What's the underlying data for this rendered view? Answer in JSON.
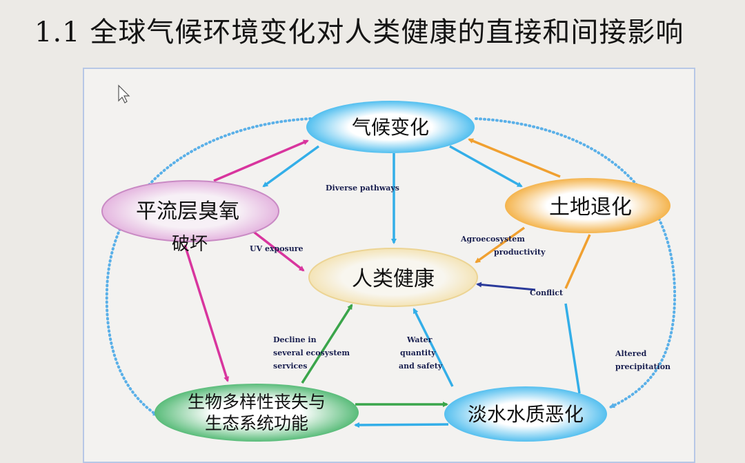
{
  "title": "1.1  全球气候环境变化对人类健康的直接和间接影响",
  "nodes": {
    "climate": "气候变化",
    "ozone_line1": "平流层臭氧",
    "ozone_line2": "破坏",
    "land": "土地退化",
    "health": "人类健康",
    "biodiv_line1": "生物多样性丧失与",
    "biodiv_line2": "生态系统功能",
    "water": "淡水水质恶化"
  },
  "edge_labels": {
    "diverse": "Diverse pathways",
    "uv": "UV exposure",
    "agro_line1": "Agroecosystem",
    "agro_line2": "productivity",
    "conflict": "Conflict",
    "decline_line1": "Decline in",
    "decline_line2": "several ecosystem",
    "decline_line3": "services",
    "water_line1": "Water",
    "water_line2": "quantity",
    "water_line3": "and safety",
    "altered_line1": "Altered",
    "altered_line2": "precipitation"
  },
  "colors": {
    "cyan": "#33aee8",
    "magenta": "#d8359e",
    "orange": "#f0a030",
    "navy": "#2a3a9a",
    "green": "#3aa54a",
    "dotted": "#5ab0e8"
  }
}
